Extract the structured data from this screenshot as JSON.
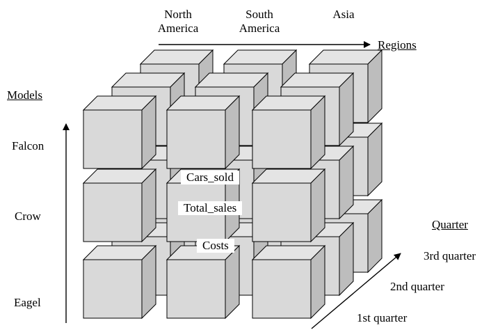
{
  "regions": {
    "axis_label": "Regions",
    "items": [
      {
        "line1": "North",
        "line2": "America"
      },
      {
        "line1": "South",
        "line2": "America"
      },
      {
        "line1": "Asia",
        "line2": ""
      }
    ]
  },
  "models": {
    "axis_label": "Models",
    "items": [
      "Falcon",
      "Crow",
      "Eagel"
    ]
  },
  "quarter": {
    "axis_label": "Quarter",
    "items": [
      "3rd quarter",
      "2nd quarter",
      "1st quarter"
    ]
  },
  "measures": [
    "Cars_sold",
    "Total_sales",
    "Costs"
  ],
  "colors": {
    "cube_front": "#d9d9d9",
    "cube_top": "#e4e4e4",
    "cube_side": "#bdbdbd",
    "stroke": "#000000"
  }
}
